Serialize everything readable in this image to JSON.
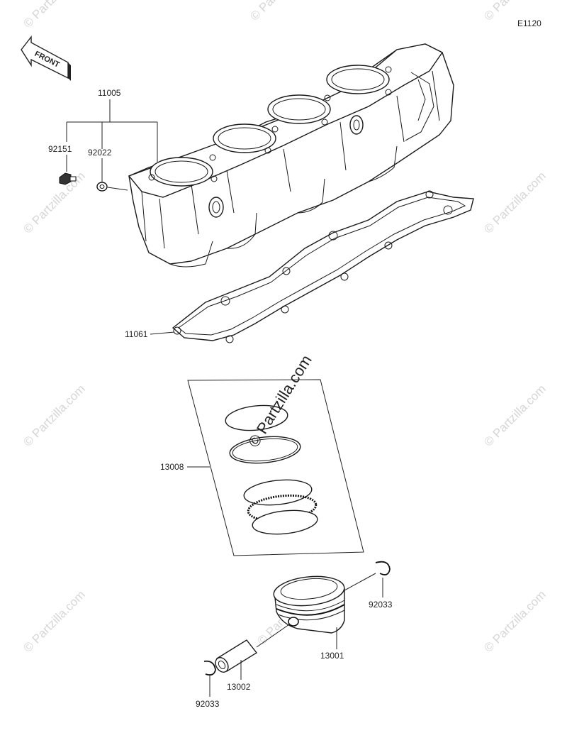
{
  "diagram_code": "E1120",
  "front_marker": "FRONT",
  "watermark": "© Partzilla.com",
  "callouts": {
    "cylinder": "11005",
    "bolt": "92151",
    "washer": "92022",
    "gasket": "11061",
    "ring_set": "13008",
    "piston": "13001",
    "pin": "13002",
    "circlip_right": "92033",
    "circlip_left": "92033"
  }
}
